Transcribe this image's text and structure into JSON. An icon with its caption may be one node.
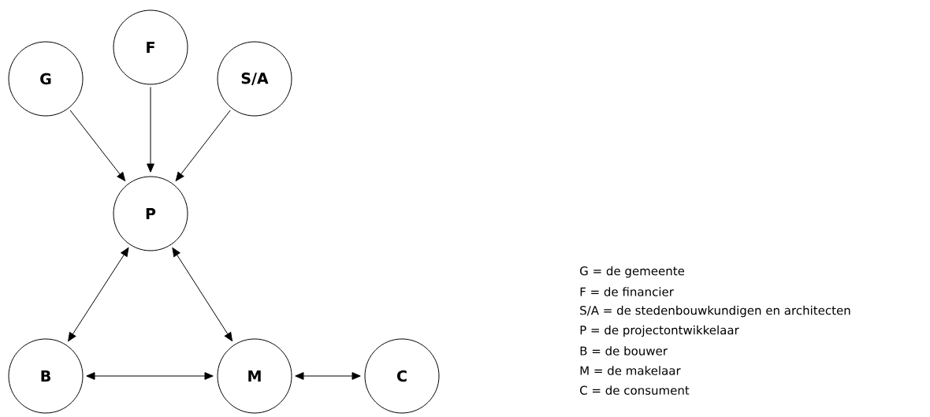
{
  "diagram": {
    "nodes": [
      {
        "text": [
          "G"
        ]
      },
      {
        "text": [
          "F"
        ]
      },
      {
        "text": [
          "S/A"
        ]
      },
      {
        "text": [
          "P"
        ]
      },
      {
        "text": [
          "B"
        ]
      },
      {
        "text": [
          "M"
        ]
      },
      {
        "text": [
          "C"
        ]
      }
    ],
    "edges": [
      {
        "from": 0,
        "to": 3,
        "arrow": "to"
      },
      {
        "from": 1,
        "to": 3,
        "arrow": "to"
      },
      {
        "from": 2,
        "to": 3,
        "arrow": "to"
      },
      {
        "from": 3,
        "to": 4,
        "arrow": "both"
      },
      {
        "from": 3,
        "to": 5,
        "arrow": "both"
      },
      {
        "from": 4,
        "to": 5,
        "arrow": "both"
      },
      {
        "from": 5,
        "to": 6,
        "arrow": "both"
      }
    ],
    "labels": [
      "G = de gemeente",
      "F = de financier",
      "S/A = de stedenbouwkundigen en architecten",
      "P = de projectontwikkelaar",
      "B = de bouwer",
      "M = de makelaar",
      "C = de consument"
    ]
  }
}
